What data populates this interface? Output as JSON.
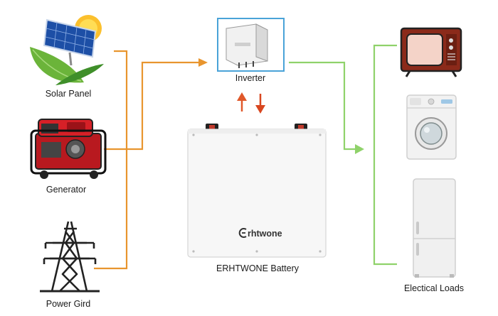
{
  "sources": {
    "solar_label": "Solar Panel",
    "generator_label": "Generator",
    "grid_label": "Power Gird"
  },
  "inverter": {
    "label": "Inverter"
  },
  "battery": {
    "label": "ERHTWONE Battery",
    "brand": "rhtwone"
  },
  "loads": {
    "label": "Electical Loads"
  },
  "colors": {
    "source_lines": "#e8952e",
    "load_lines": "#8fd26a",
    "inverter_border": "#4aa3d8",
    "up_arrow": "#e0582a",
    "down_arrow": "#d8461f"
  },
  "icons": [
    "solar-panel-icon",
    "generator-icon",
    "power-tower-icon",
    "inverter-icon",
    "battery-icon",
    "tv-icon",
    "washing-machine-icon",
    "refrigerator-icon"
  ]
}
